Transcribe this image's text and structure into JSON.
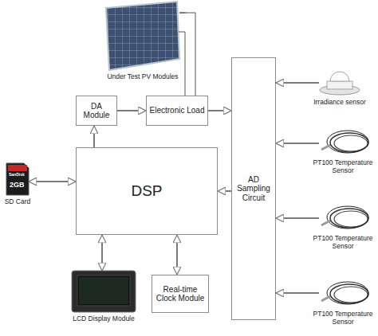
{
  "diagram": {
    "nodes": [
      {
        "text": [
          "Under Test PV Modules"
        ]
      },
      {
        "text": [
          "DA Module"
        ]
      },
      {
        "text": [
          "Electronic Load"
        ]
      },
      {
        "text": [
          "AD Sampling Circuit"
        ]
      },
      {
        "text": [
          "Irradiance sensor"
        ]
      },
      {
        "text": [
          "DSP"
        ]
      },
      {
        "text": [
          "PT100 Temperature Sensor"
        ]
      },
      {
        "text": [
          "SD Card"
        ]
      },
      {
        "text": [
          "PT100 Temperature Sensor"
        ]
      },
      {
        "text": [
          "LCD Display Module"
        ]
      },
      {
        "text": [
          "Real-time Clock Module"
        ]
      },
      {
        "text": [
          "PT100 Temperature Sensor"
        ]
      }
    ],
    "edges": [
      {
        "from": 0,
        "to": 2,
        "arrow": "none"
      },
      {
        "from": 1,
        "to": 2,
        "arrow": "to"
      },
      {
        "from": 5,
        "to": 1,
        "arrow": "to"
      },
      {
        "from": 2,
        "to": 3,
        "arrow": "to"
      },
      {
        "from": 4,
        "to": 3,
        "arrow": "to"
      },
      {
        "from": 6,
        "to": 3,
        "arrow": "to"
      },
      {
        "from": 8,
        "to": 3,
        "arrow": "to"
      },
      {
        "from": 11,
        "to": 3,
        "arrow": "to"
      },
      {
        "from": 3,
        "to": 5,
        "arrow": "to"
      },
      {
        "from": 7,
        "to": 5,
        "arrow": "both"
      },
      {
        "from": 5,
        "to": 9,
        "arrow": "both"
      },
      {
        "from": 5,
        "to": 10,
        "arrow": "both"
      }
    ],
    "labels": [
      "SanDisk",
      "2GB"
    ]
  }
}
